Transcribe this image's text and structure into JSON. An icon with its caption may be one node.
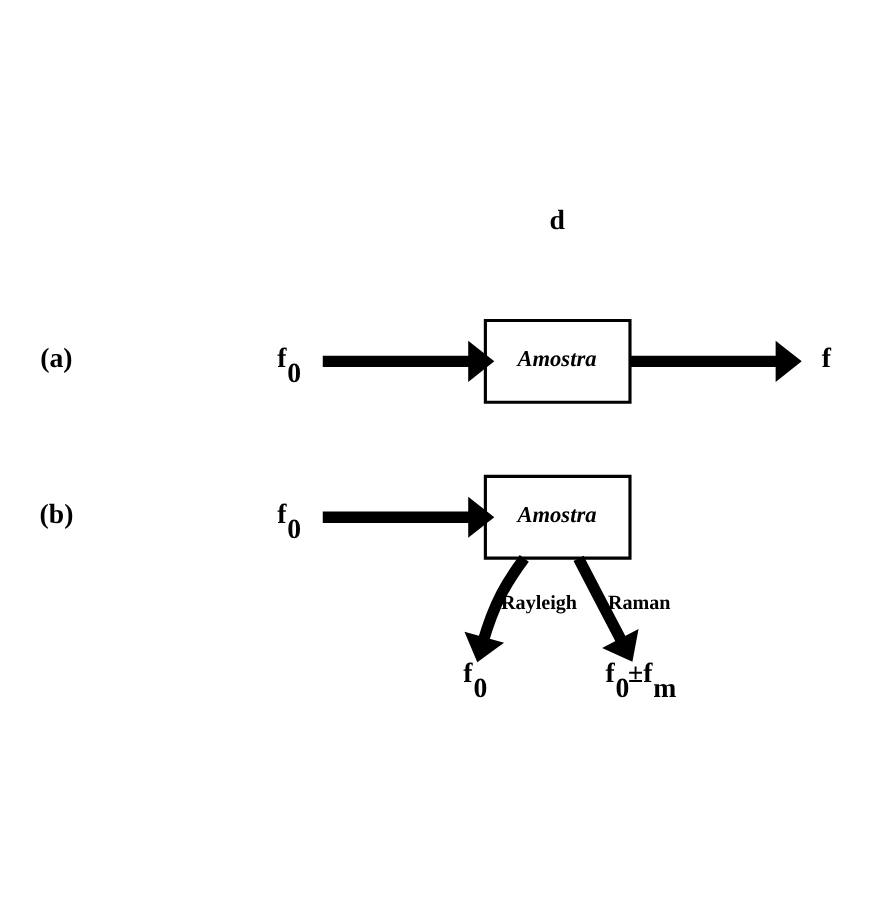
{
  "diagram": {
    "nodes": [
      {
        "text": [
          "f$_{0}$"
        ]
      },
      {
        "text": [
          "Amostra"
        ]
      },
      {
        "text": [
          "f"
        ]
      },
      {
        "text": [
          "f$_{0}$"
        ]
      },
      {
        "text": [
          "Amostra"
        ]
      },
      {
        "text": [
          "f$_{0}$"
        ]
      },
      {
        "text": [
          "f$_{0}$±f$_{m}$"
        ]
      }
    ],
    "edges": [
      {
        "from": 0,
        "to": 1,
        "arrow": "to"
      },
      {
        "from": 1,
        "to": 2,
        "arrow": "to"
      },
      {
        "from": 3,
        "to": 4,
        "arrow": "to"
      },
      {
        "from": 4,
        "to": 5,
        "arrow": "to",
        "label": "Rayleigh"
      },
      {
        "from": 4,
        "to": 6,
        "arrow": "to",
        "label": "Raman"
      }
    ],
    "labels": [
      "d",
      "(a)",
      "(b)"
    ]
  }
}
